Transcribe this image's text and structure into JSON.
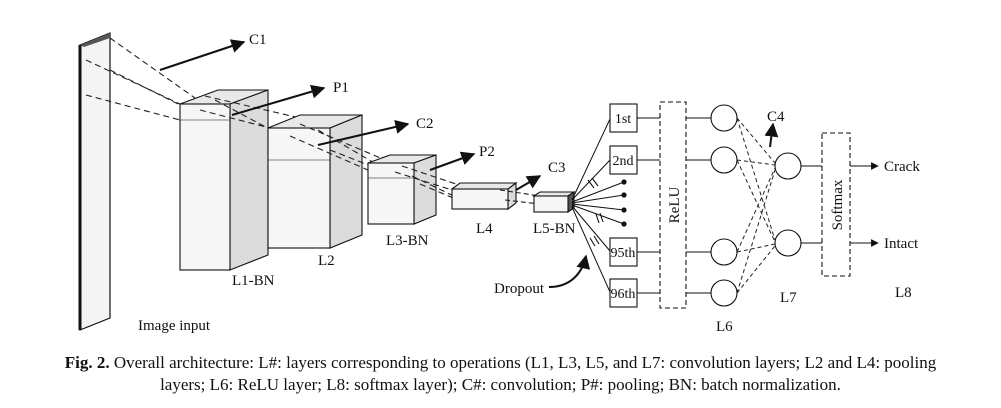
{
  "diagram": {
    "labels": {
      "c1": "C1",
      "p1": "P1",
      "c2": "C2",
      "p2": "P2",
      "c3": "C3",
      "c4": "C4",
      "l1": "L1-BN",
      "l2": "L2",
      "l3": "L3-BN",
      "l4": "L4",
      "l5": "L5-BN",
      "l6": "L6",
      "l7": "L7",
      "l8": "L8",
      "image_input": "Image input",
      "dropout": "Dropout",
      "relu": "ReLU",
      "softmax": "Softmax",
      "crack": "Crack",
      "intact": "Intact"
    },
    "neuron_boxes": [
      "1st",
      "2nd",
      "95th",
      "96th"
    ]
  },
  "caption": {
    "prefix": "Fig. 2.",
    "line1": "Overall architecture: L#: layers corresponding to operations (L1, L3, L5, and L7: convolution layers; L2 and L4: pooling",
    "line2": "layers; L6: ReLU layer; L8: softmax layer); C#: convolution; P#: pooling; BN: batch normalization."
  }
}
